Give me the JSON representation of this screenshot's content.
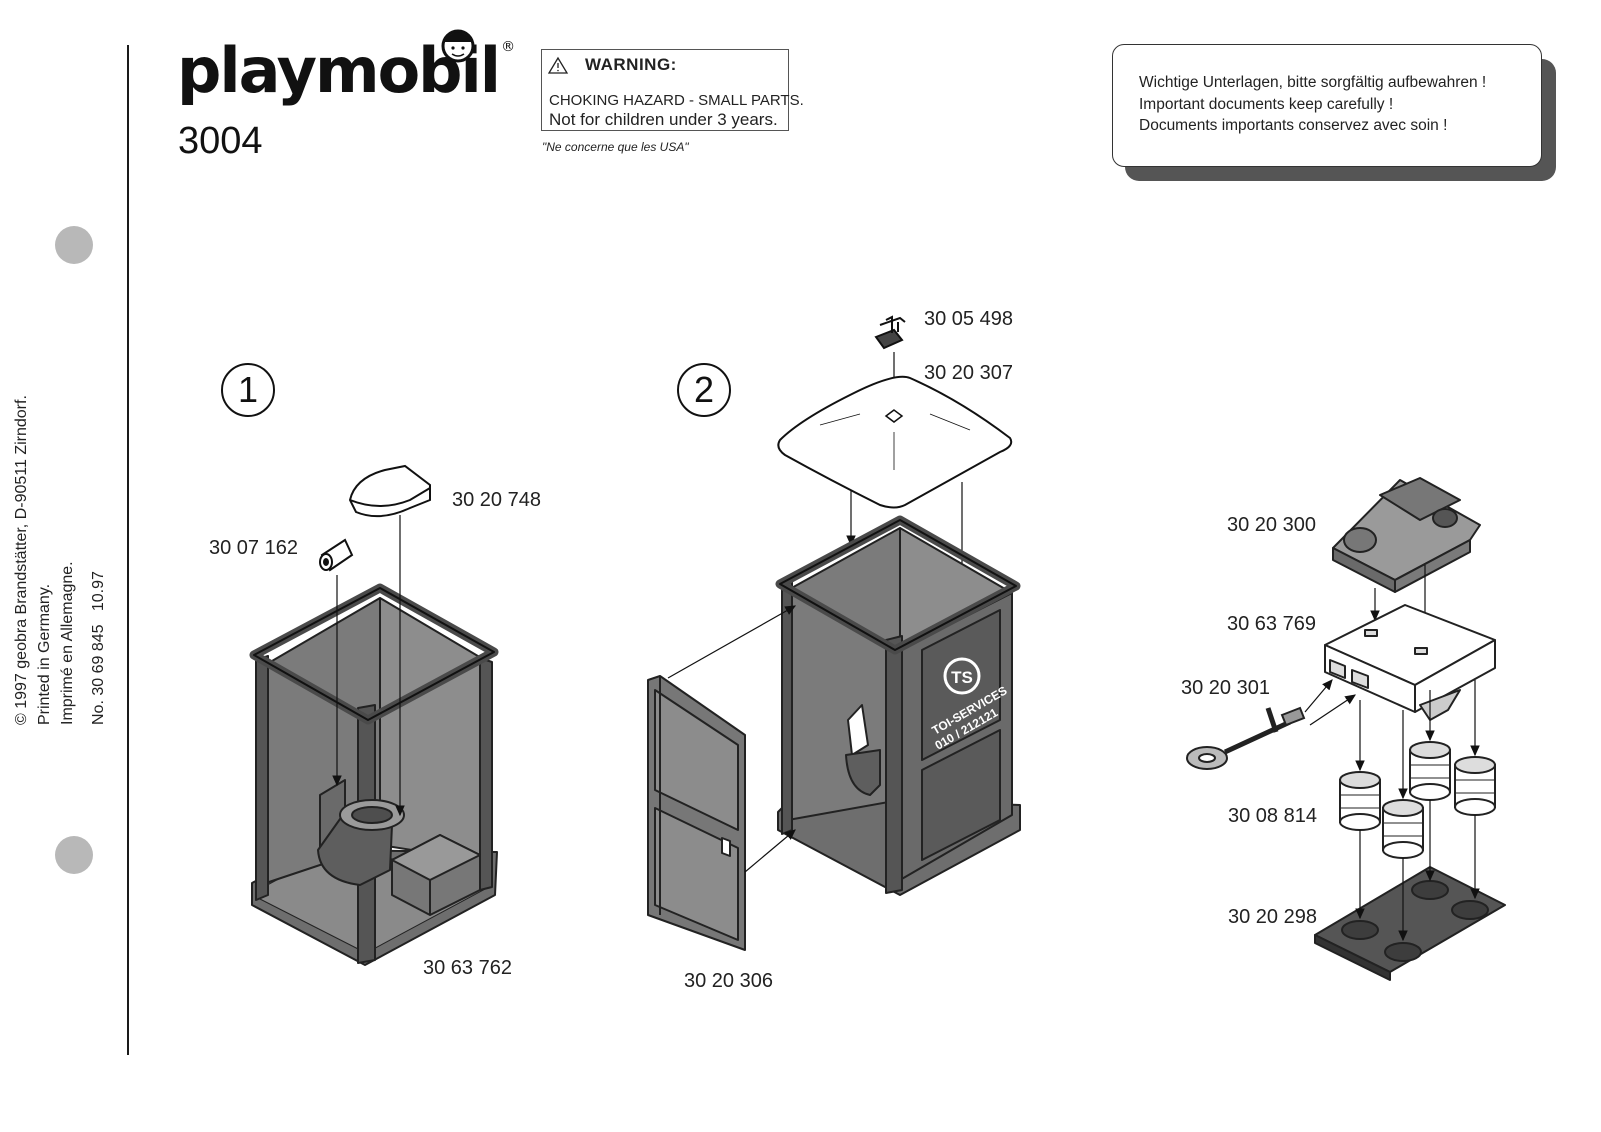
{
  "side": {
    "copyright": "© 1997 geobra Brandstätter, D-90511 Zirndorf.",
    "printed": "Printed in Germany.",
    "imprime": "Imprimé en Allemagne.",
    "number": "No. 30 69 845   10.97"
  },
  "header": {
    "brand": "playmobil",
    "registered": "®",
    "model": "3004"
  },
  "warning": {
    "title": "WARNING:",
    "line1": "CHOKING HAZARD - SMALL PARTS.",
    "line2": "Not for children under 3 years.",
    "usa_note": "\"Ne concerne que les USA\""
  },
  "documents": {
    "de": "Wichtige Unterlagen, bitte sorgfältig aufbewahren !",
    "en": "Important documents keep carefully !",
    "fr": "Documents importants conservez avec soin !"
  },
  "steps": {
    "one": "1",
    "two": "2"
  },
  "booth_sign": {
    "logo": "TS",
    "line1": "TOI-SERVICES",
    "line2": "010 / 212121"
  },
  "parts": {
    "p3020748": "30 20 748",
    "p3007162": "30 07 162",
    "p3063762": "30 63 762",
    "p3005498": "30 05 498",
    "p3020307": "30 20 307",
    "p3020306": "30 20 306",
    "p3020300": "30 20 300",
    "p3063769": "30 63 769",
    "p3020301": "30 20 301",
    "p3008814": "30 08 814",
    "p3020298": "30 20 298"
  }
}
